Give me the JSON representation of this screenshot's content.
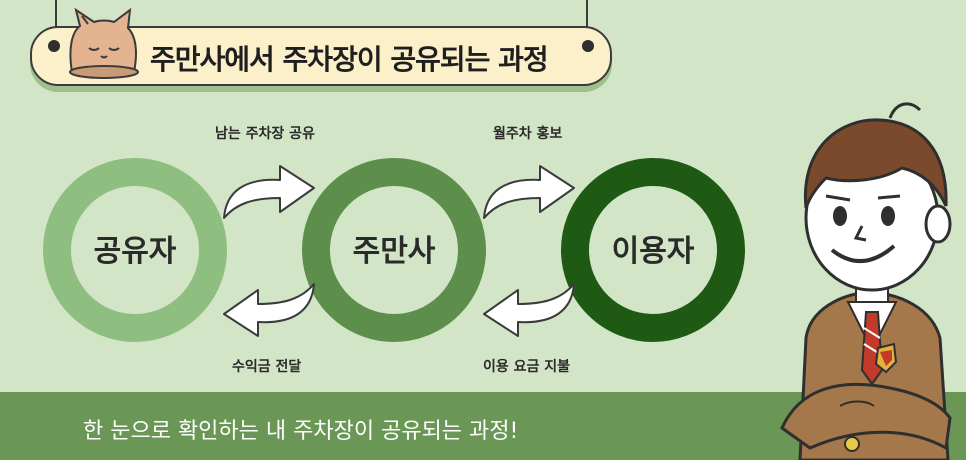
{
  "title": "주만사에서 주차장이 공유되는 과정",
  "tagline": "한 눈으로 확인하는 내 주차장이 공유되는 과정!",
  "nodes": [
    {
      "label": "공유자",
      "color": "#8fbf80"
    },
    {
      "label": "주만사",
      "color": "#5d8e4c"
    },
    {
      "label": "이용자",
      "color": "#1f5a15"
    }
  ],
  "arrows": {
    "share_spaces": "남는 주차장 공유",
    "promote_monthly": "월주차 홍보",
    "revenue_transfer": "수익금 전달",
    "pay_fee": "이용 요금 지불"
  },
  "colors": {
    "background": "#d3e5c7",
    "banner": "#fbf0c9",
    "strip": "#6a9656"
  },
  "icons": [
    "cat-icon",
    "arrow-right-icon",
    "arrow-left-icon",
    "student-illustration"
  ]
}
